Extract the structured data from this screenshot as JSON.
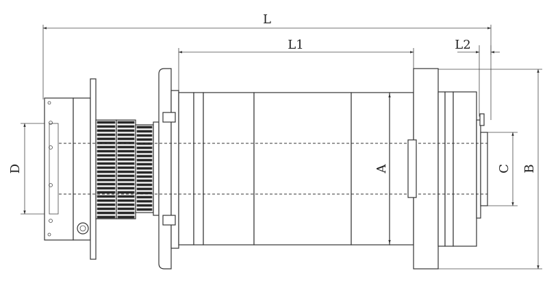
{
  "labels": {
    "L": "L",
    "L1": "L1",
    "L2": "L2",
    "A": "A",
    "B": "B",
    "C": "C",
    "D": "D"
  }
}
